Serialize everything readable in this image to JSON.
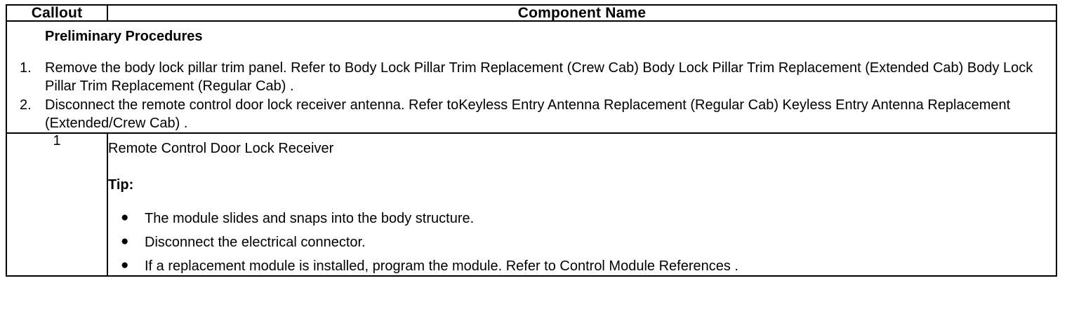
{
  "table": {
    "header": {
      "callout_label": "Callout",
      "component_label": "Component Name"
    },
    "preliminary": {
      "heading": "Preliminary Procedures",
      "steps": [
        {
          "marker": "1.",
          "text": "Remove the body lock pillar trim panel. Refer to Body Lock Pillar Trim Replacement (Crew Cab) Body Lock Pillar Trim Replacement (Extended Cab) Body Lock Pillar Trim Replacement (Regular Cab) ."
        },
        {
          "marker": "2.",
          "text": "Disconnect the remote control door lock receiver antenna. Refer toKeyless Entry Antenna Replacement (Regular Cab) Keyless Entry Antenna Replacement (Extended/Crew Cab) ."
        }
      ]
    },
    "rows": [
      {
        "callout": "1",
        "component_title": "Remote Control Door Lock Receiver",
        "tip_label": "Tip:",
        "bullet_glyph": "●",
        "tips": [
          "The module slides and snaps into the body structure.",
          "Disconnect the electrical connector.",
          "If a replacement module is installed, program the module. Refer to Control Module References ."
        ]
      }
    ]
  },
  "colors": {
    "border": "#000000",
    "text": "#000000",
    "background": "#ffffff"
  }
}
